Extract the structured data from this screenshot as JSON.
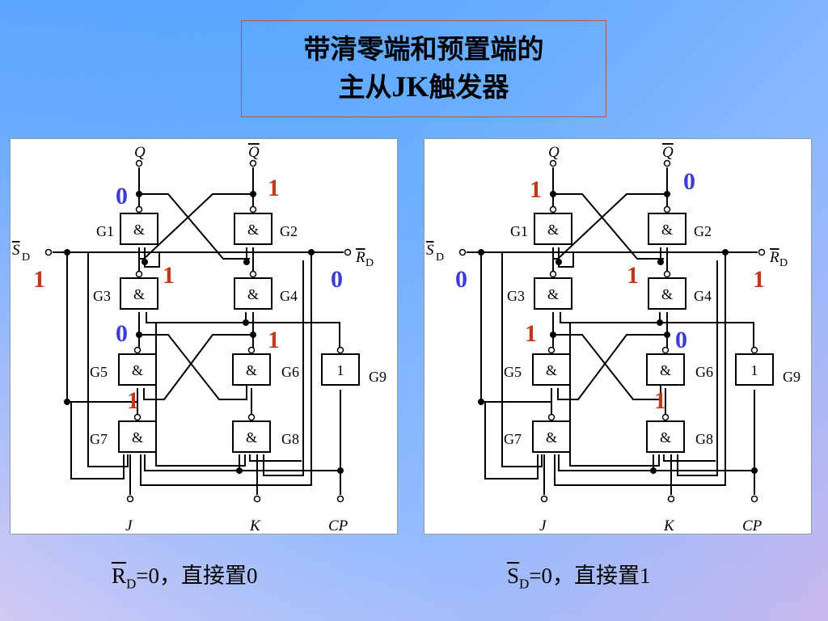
{
  "title": {
    "line1": "带清零端和预置端的",
    "line2_a": "主从",
    "line2_b": "JK",
    "line2_c": "触发器"
  },
  "signals": {
    "Q": "Q",
    "QN": "Q",
    "SD": "S",
    "RD": "R",
    "D": "D",
    "J": "J",
    "K": "K",
    "CP": "CP"
  },
  "gates": {
    "g1": "G1",
    "g2": "G2",
    "g3": "G3",
    "g4": "G4",
    "g5": "G5",
    "g6": "G6",
    "g7": "G7",
    "g8": "G8",
    "g9": "G9",
    "and_symbol": "&",
    "not_symbol": "1"
  },
  "left_panel": {
    "q": "0",
    "qn": "1",
    "sd": "1",
    "rd": "0",
    "g3out": "1",
    "g5in": "0",
    "g6in": "1",
    "g7in": "1"
  },
  "right_panel": {
    "q": "1",
    "qn": "0",
    "sd": "0",
    "rd": "1",
    "g3out": "1",
    "g5in": "1",
    "g6in": "0",
    "g7in": "1"
  },
  "captions": {
    "left": {
      "sig": "R",
      "sub": "D",
      "rest": "=0，直接置0"
    },
    "right": {
      "sig": "S",
      "sub": "D",
      "rest": "=0，直接置1"
    }
  },
  "colors": {
    "value_red": "#c0391b",
    "value_blue": "#3b3bd6",
    "title_border": "#c0504d"
  }
}
